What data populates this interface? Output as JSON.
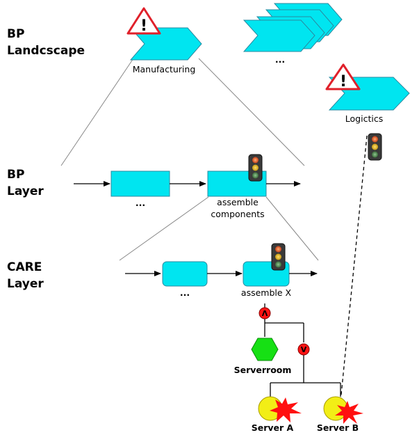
{
  "layers": {
    "landscape_line1": "BP",
    "landscape_line2": "Landcscape",
    "bp_line1": "BP",
    "bp_line2": "Layer",
    "care_line1": "CARE",
    "care_line2": "Layer"
  },
  "landscape": {
    "manufacturing_label": "Manufacturing",
    "stack_label": "...",
    "logistics_label": "Logictics",
    "warning_mark": "!"
  },
  "bp_layer": {
    "process_box_label": "...",
    "assemble_line1": "assemble",
    "assemble_line2": "components"
  },
  "care_layer": {
    "process_box_label": "...",
    "assemble_label": "assemble X"
  },
  "infrastructure": {
    "and_gate": "Λ",
    "or_gate": "V",
    "serverroom_label": "Serverroom",
    "server_a_label": "Server A",
    "server_b_label": "Server B"
  },
  "colors": {
    "process": "#00e5f0",
    "warning_red": "#e0202a",
    "hexagon": "#16e014",
    "server": "#f2ee16",
    "explosion": "#ff1010",
    "gate": "#ff1414"
  }
}
